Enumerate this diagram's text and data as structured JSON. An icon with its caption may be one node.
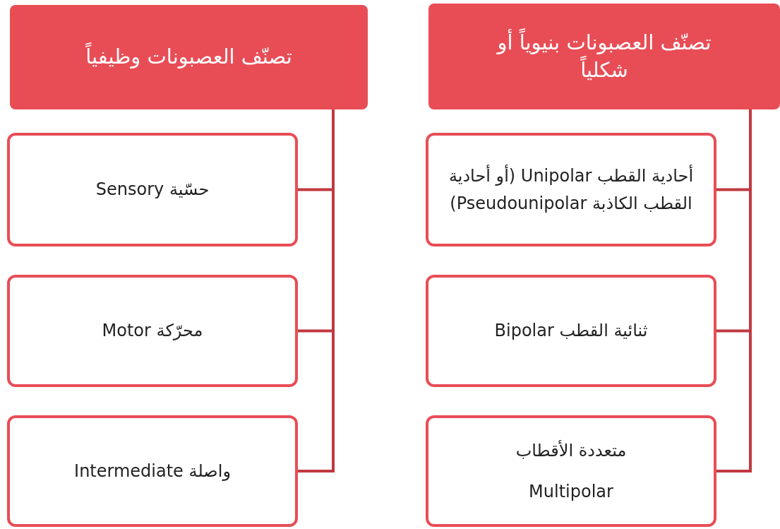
{
  "diagram": {
    "nodes": [
      {
        "text": [
          "تصنّف العصبونات بنيوياً أو شكلياً"
        ]
      },
      {
        "text": [
          "أحادية القطب Unipolar (أو أحادية القطب الكاذبة Pseudounipolar)"
        ]
      },
      {
        "text": [
          "ثنائية القطب Bipolar"
        ]
      },
      {
        "text": [
          "متعددة الأقطاب",
          "Multipolar"
        ]
      },
      {
        "text": [
          "تصنّف العصبونات وظيفياً"
        ]
      },
      {
        "text": [
          "حسّية Sensory"
        ]
      },
      {
        "text": [
          "محرّكة Motor"
        ]
      },
      {
        "text": [
          "واصلة Intermediate"
        ]
      }
    ],
    "edges": [
      {
        "from": 0,
        "to": 1,
        "arrow": "none"
      },
      {
        "from": 0,
        "to": 2,
        "arrow": "none"
      },
      {
        "from": 0,
        "to": 3,
        "arrow": "none"
      },
      {
        "from": 4,
        "to": 5,
        "arrow": "none"
      },
      {
        "from": 4,
        "to": 6,
        "arrow": "none"
      },
      {
        "from": 4,
        "to": 7,
        "arrow": "none"
      }
    ]
  }
}
